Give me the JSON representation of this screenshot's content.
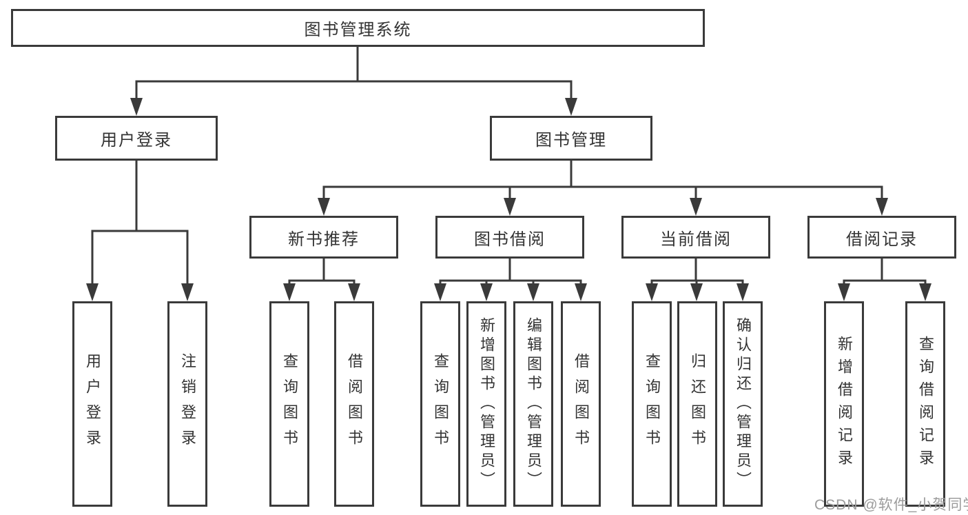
{
  "diagram_type": "hierarchy-tree",
  "colors": {
    "background": "#ffffff",
    "line": "#3a3a3a",
    "box_border": "#3a3a3a",
    "box_fill": "#ffffff",
    "text": "#333333",
    "watermark": "#9c9c9c"
  },
  "tree": {
    "label": "图书管理系统",
    "children": [
      {
        "label": "用户登录",
        "children": [
          {
            "label": "用户登录"
          },
          {
            "label": "注销登录"
          }
        ]
      },
      {
        "label": "图书管理",
        "children": [
          {
            "label": "新书推荐",
            "children": [
              {
                "label": "查询图书"
              },
              {
                "label": "借阅图书"
              }
            ]
          },
          {
            "label": "图书借阅",
            "children": [
              {
                "label": "查询图书"
              },
              {
                "label": "新增图书（管理员）"
              },
              {
                "label": "编辑图书（管理员）"
              },
              {
                "label": "借阅图书"
              }
            ]
          },
          {
            "label": "当前借阅",
            "children": [
              {
                "label": "查询图书"
              },
              {
                "label": "归还图书"
              },
              {
                "label": "确认归还（管理员）"
              }
            ]
          },
          {
            "label": "借阅记录",
            "children": [
              {
                "label": "新增借阅记录"
              },
              {
                "label": "查询借阅记录"
              }
            ]
          }
        ]
      }
    ]
  },
  "watermark": {
    "text": "CSDN @软件_小贺同学"
  }
}
